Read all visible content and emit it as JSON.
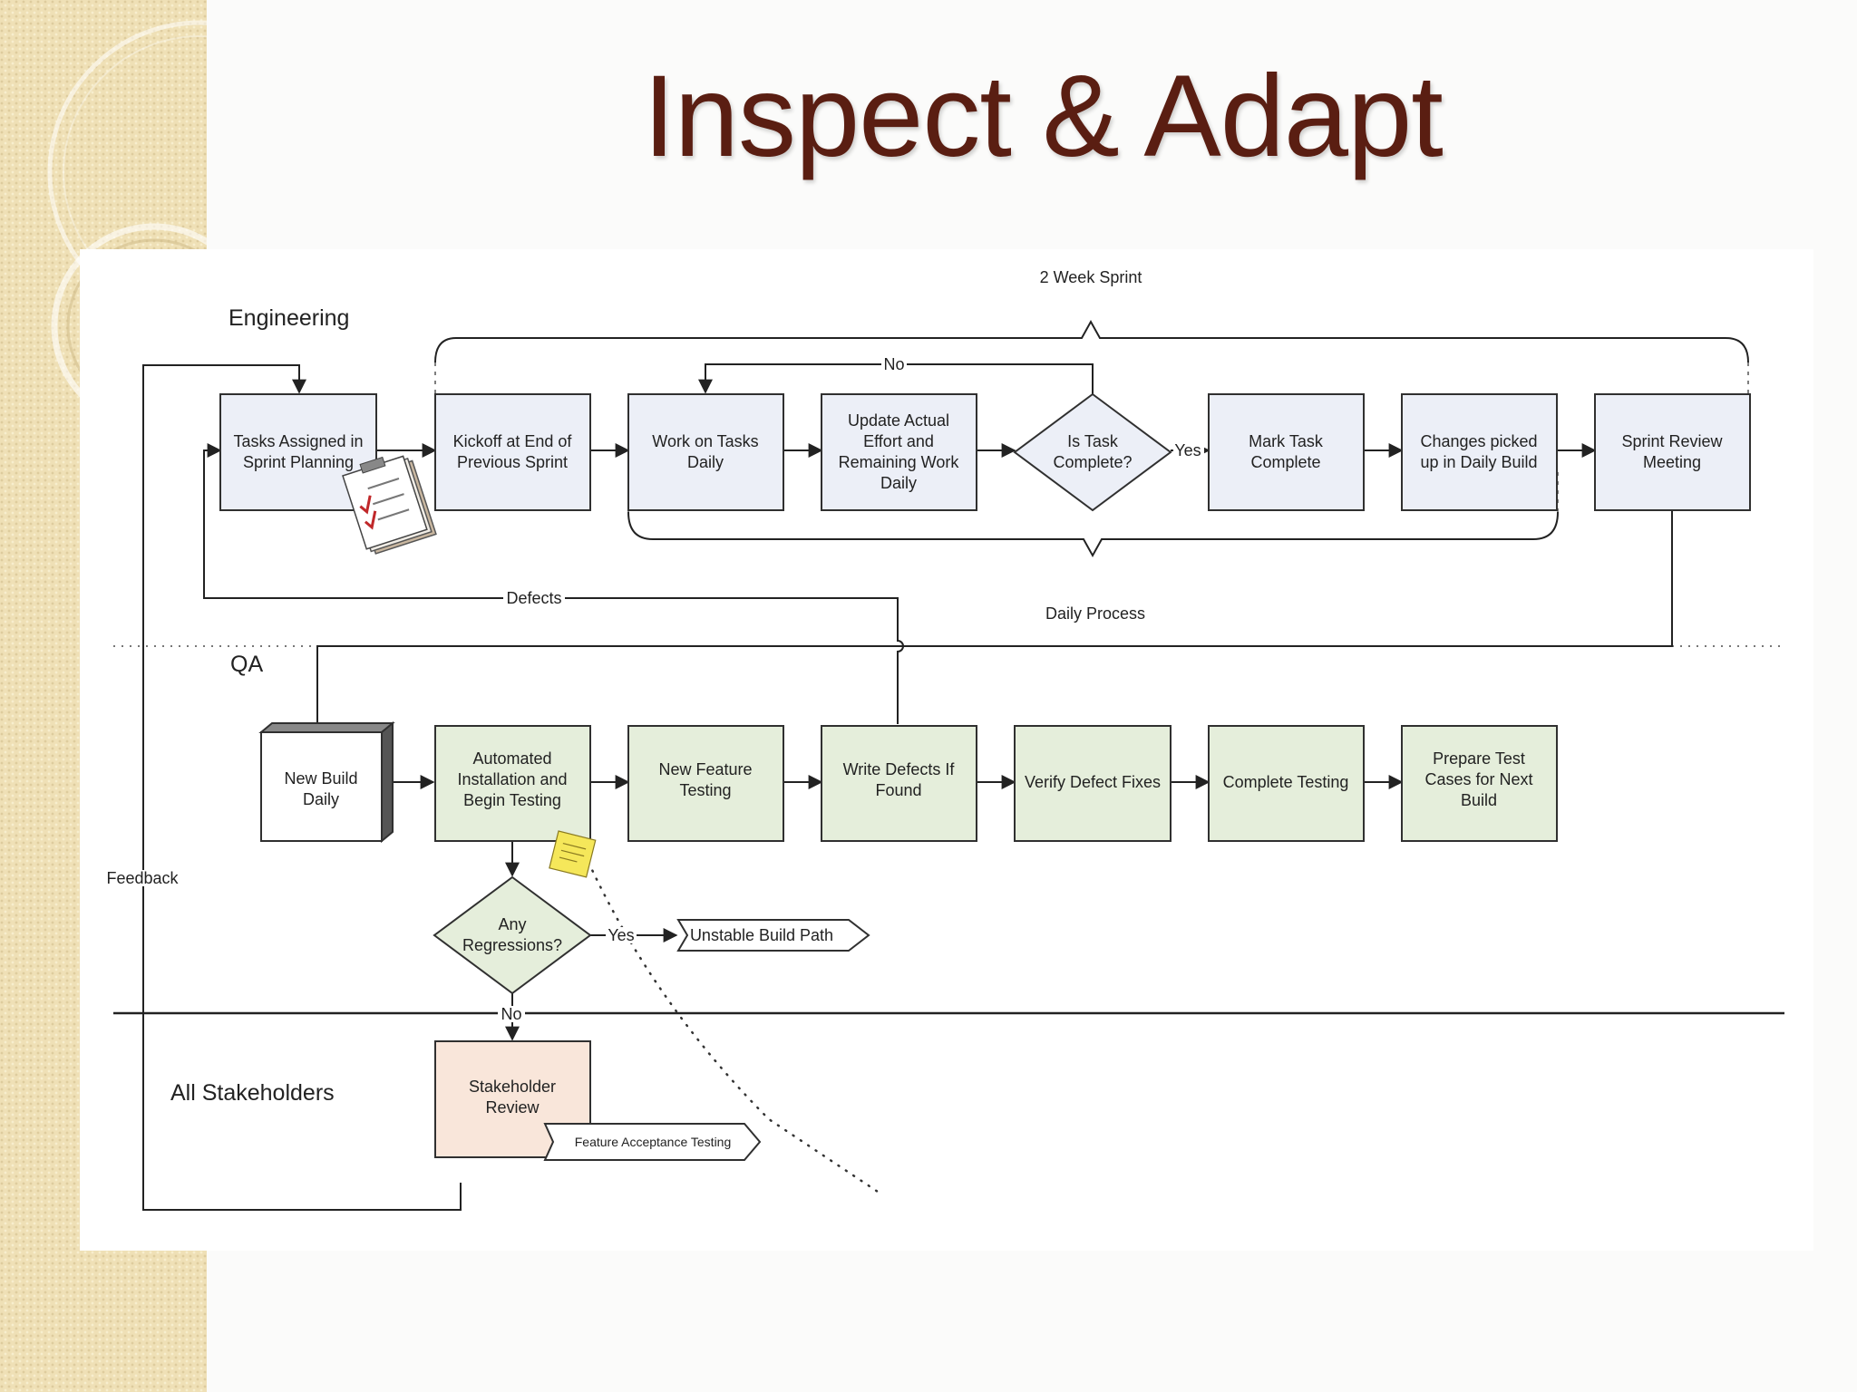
{
  "title": "Inspect & Adapt",
  "lanes": {
    "engineering": "Engineering",
    "qa": "QA",
    "stakeholders": "All Stakeholders"
  },
  "annotations": {
    "sprint_brace": "2 Week Sprint",
    "daily_brace": "Daily Process"
  },
  "nodes": {
    "tasks_assigned": [
      "Tasks Assigned in",
      "Sprint Planning"
    ],
    "kickoff": [
      "Kickoff at End of",
      "Previous Sprint"
    ],
    "work_on_tasks": [
      "Work on Tasks",
      "Daily"
    ],
    "update_effort": [
      "Update Actual",
      "Effort and",
      "Remaining Work",
      "Daily"
    ],
    "is_task_complete": [
      "Is Task",
      "Complete?"
    ],
    "mark_complete": [
      "Mark Task",
      "Complete"
    ],
    "changes_picked": [
      "Changes picked",
      "up in Daily Build"
    ],
    "sprint_review": [
      "Sprint Review",
      "Meeting"
    ],
    "new_build": [
      "New Build",
      "Daily"
    ],
    "automated_install": [
      "Automated",
      "Installation and",
      "Begin Testing"
    ],
    "new_feature_testing": [
      "New Feature",
      "Testing"
    ],
    "write_defects": [
      "Write Defects If",
      "Found"
    ],
    "verify_fixes": [
      "Verify Defect Fixes"
    ],
    "complete_testing": [
      "Complete Testing"
    ],
    "prepare_cases": [
      "Prepare Test",
      "Cases for Next",
      "Build"
    ],
    "any_regressions": [
      "Any",
      "Regressions?"
    ],
    "unstable_path": [
      "Unstable Build Path"
    ],
    "stakeholder_review": [
      "Stakeholder",
      "Review"
    ],
    "feature_acceptance": [
      "Feature Acceptance Testing"
    ]
  },
  "edge_labels": {
    "no_loop": "No",
    "yes_complete": "Yes",
    "defects": "Defects",
    "feedback": "Feedback",
    "yes_regression": "Yes",
    "no_regression": "No"
  },
  "colors": {
    "title": "#5a1e12",
    "engineering_fill": "#eceff7",
    "qa_fill": "#e5eedb",
    "stakeholder_fill": "#f9e6da",
    "decor_strip": "#efe0b6"
  }
}
